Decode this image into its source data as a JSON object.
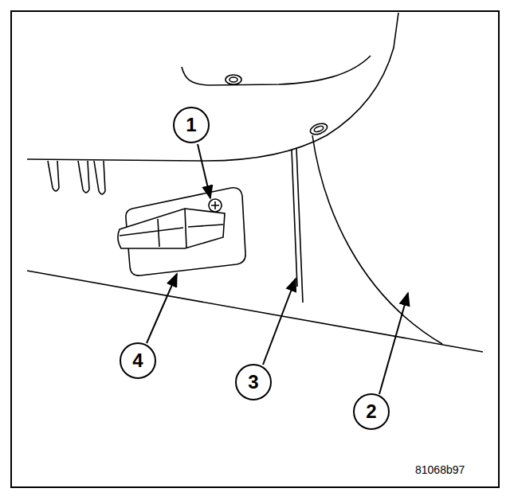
{
  "diagram": {
    "labels": [
      "1",
      "2",
      "3",
      "4",
      "81068b97"
    ]
  }
}
